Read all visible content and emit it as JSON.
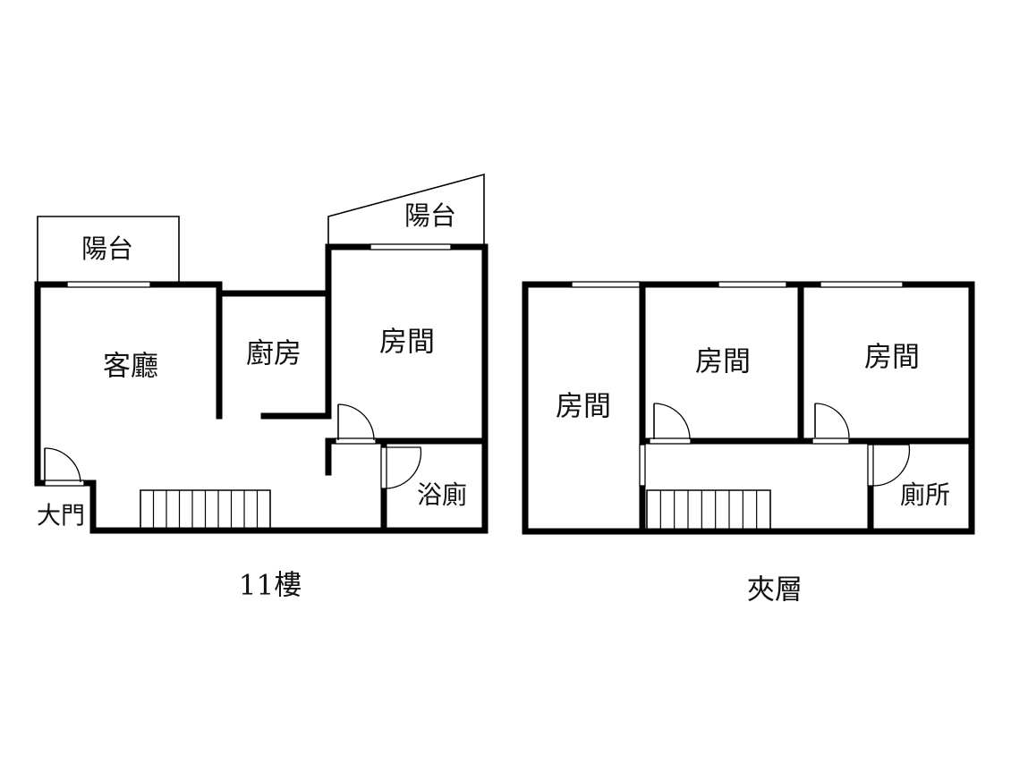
{
  "floor_11": {
    "title": "11樓",
    "rooms": {
      "balcony_left": "陽台",
      "balcony_right": "陽台",
      "living_room": "客廳",
      "kitchen": "廚房",
      "bedroom": "房間",
      "bathroom": "浴廁",
      "main_door": "大門"
    }
  },
  "mezzanine": {
    "title": "夾層",
    "rooms": {
      "bedroom_left": "房間",
      "bedroom_middle": "房間",
      "bedroom_right": "房間",
      "toilet": "廁所"
    }
  }
}
